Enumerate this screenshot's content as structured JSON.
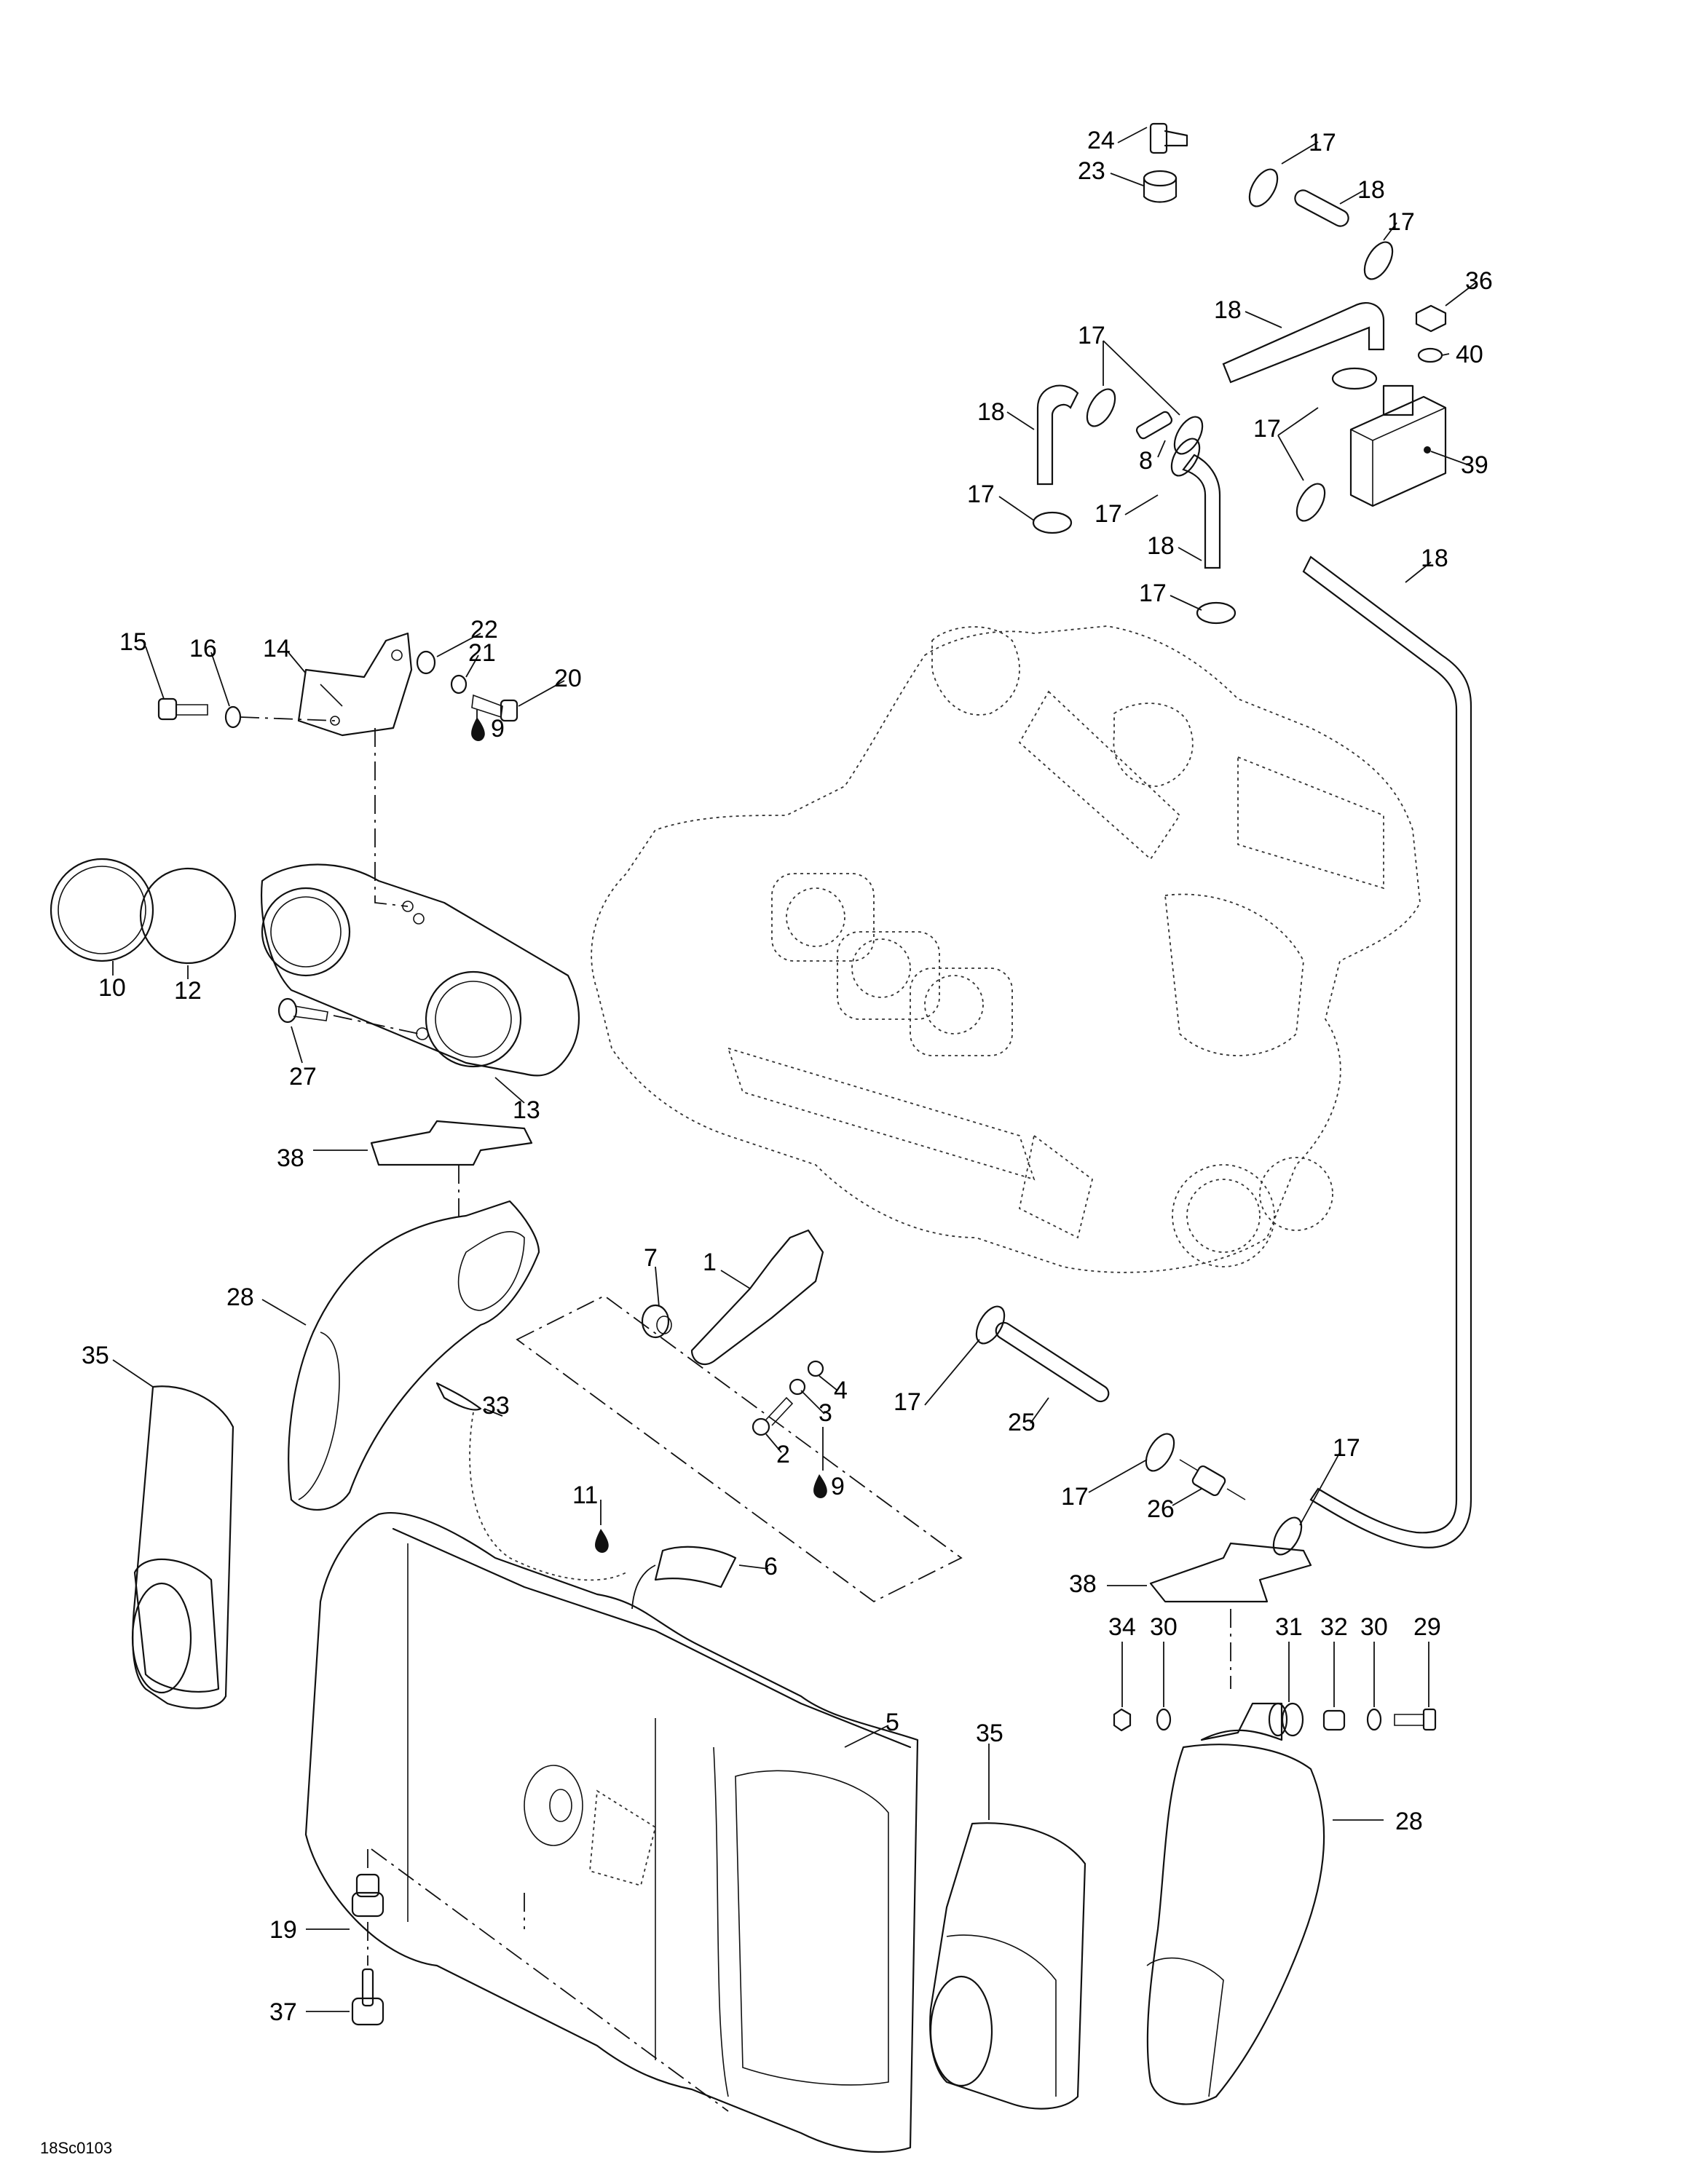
{
  "figure": {
    "type": "exploded parts diagram",
    "drawing_code": "18Sc0103",
    "line_color": "#000000",
    "background": "#ffffff"
  },
  "callouts": [
    {
      "id": "c24a",
      "label": "24"
    },
    {
      "id": "c23a",
      "label": "23"
    },
    {
      "id": "c17a",
      "label": "17"
    },
    {
      "id": "c18a",
      "label": "18"
    },
    {
      "id": "c17b",
      "label": "17"
    },
    {
      "id": "c36a",
      "label": "36"
    },
    {
      "id": "c18b",
      "label": "18"
    },
    {
      "id": "c17c",
      "label": "17"
    },
    {
      "id": "c40a",
      "label": "40"
    },
    {
      "id": "c18c",
      "label": "18"
    },
    {
      "id": "c17d",
      "label": "17"
    },
    {
      "id": "c8a",
      "label": "8"
    },
    {
      "id": "c39a",
      "label": "39"
    },
    {
      "id": "c17e",
      "label": "17"
    },
    {
      "id": "c17f",
      "label": "17"
    },
    {
      "id": "c18d",
      "label": "18"
    },
    {
      "id": "c18e",
      "label": "18"
    },
    {
      "id": "c17g",
      "label": "17"
    },
    {
      "id": "c14a",
      "label": "14"
    },
    {
      "id": "c15a",
      "label": "15"
    },
    {
      "id": "c16a",
      "label": "16"
    },
    {
      "id": "c22a",
      "label": "22"
    },
    {
      "id": "c21a",
      "label": "21"
    },
    {
      "id": "c20a",
      "label": "20"
    },
    {
      "id": "c9a",
      "label": "9"
    },
    {
      "id": "c10a",
      "label": "10"
    },
    {
      "id": "c12a",
      "label": "12"
    },
    {
      "id": "c27a",
      "label": "27"
    },
    {
      "id": "c13a",
      "label": "13"
    },
    {
      "id": "c38a",
      "label": "38"
    },
    {
      "id": "c28a",
      "label": "28"
    },
    {
      "id": "c7a",
      "label": "7"
    },
    {
      "id": "c1a",
      "label": "1"
    },
    {
      "id": "c35a",
      "label": "35"
    },
    {
      "id": "c4a",
      "label": "4"
    },
    {
      "id": "c17h",
      "label": "17"
    },
    {
      "id": "c25a",
      "label": "25"
    },
    {
      "id": "c3a",
      "label": "3"
    },
    {
      "id": "c33a",
      "label": "33"
    },
    {
      "id": "c2a",
      "label": "2"
    },
    {
      "id": "c9b",
      "label": "9"
    },
    {
      "id": "c17i",
      "label": "17"
    },
    {
      "id": "c26a",
      "label": "26"
    },
    {
      "id": "c17j",
      "label": "17"
    },
    {
      "id": "c11a",
      "label": "11"
    },
    {
      "id": "c6a",
      "label": "6"
    },
    {
      "id": "c38b",
      "label": "38"
    },
    {
      "id": "c34a",
      "label": "34"
    },
    {
      "id": "c30a",
      "label": "30"
    },
    {
      "id": "c31a",
      "label": "31"
    },
    {
      "id": "c32a",
      "label": "32"
    },
    {
      "id": "c30b",
      "label": "30"
    },
    {
      "id": "c29a",
      "label": "29"
    },
    {
      "id": "c5a",
      "label": "5"
    },
    {
      "id": "c35b",
      "label": "35"
    },
    {
      "id": "c28b",
      "label": "28"
    },
    {
      "id": "c19a",
      "label": "19"
    },
    {
      "id": "c37a",
      "label": "37"
    }
  ],
  "icons": {
    "adhesive_drop": "drop-icon"
  }
}
